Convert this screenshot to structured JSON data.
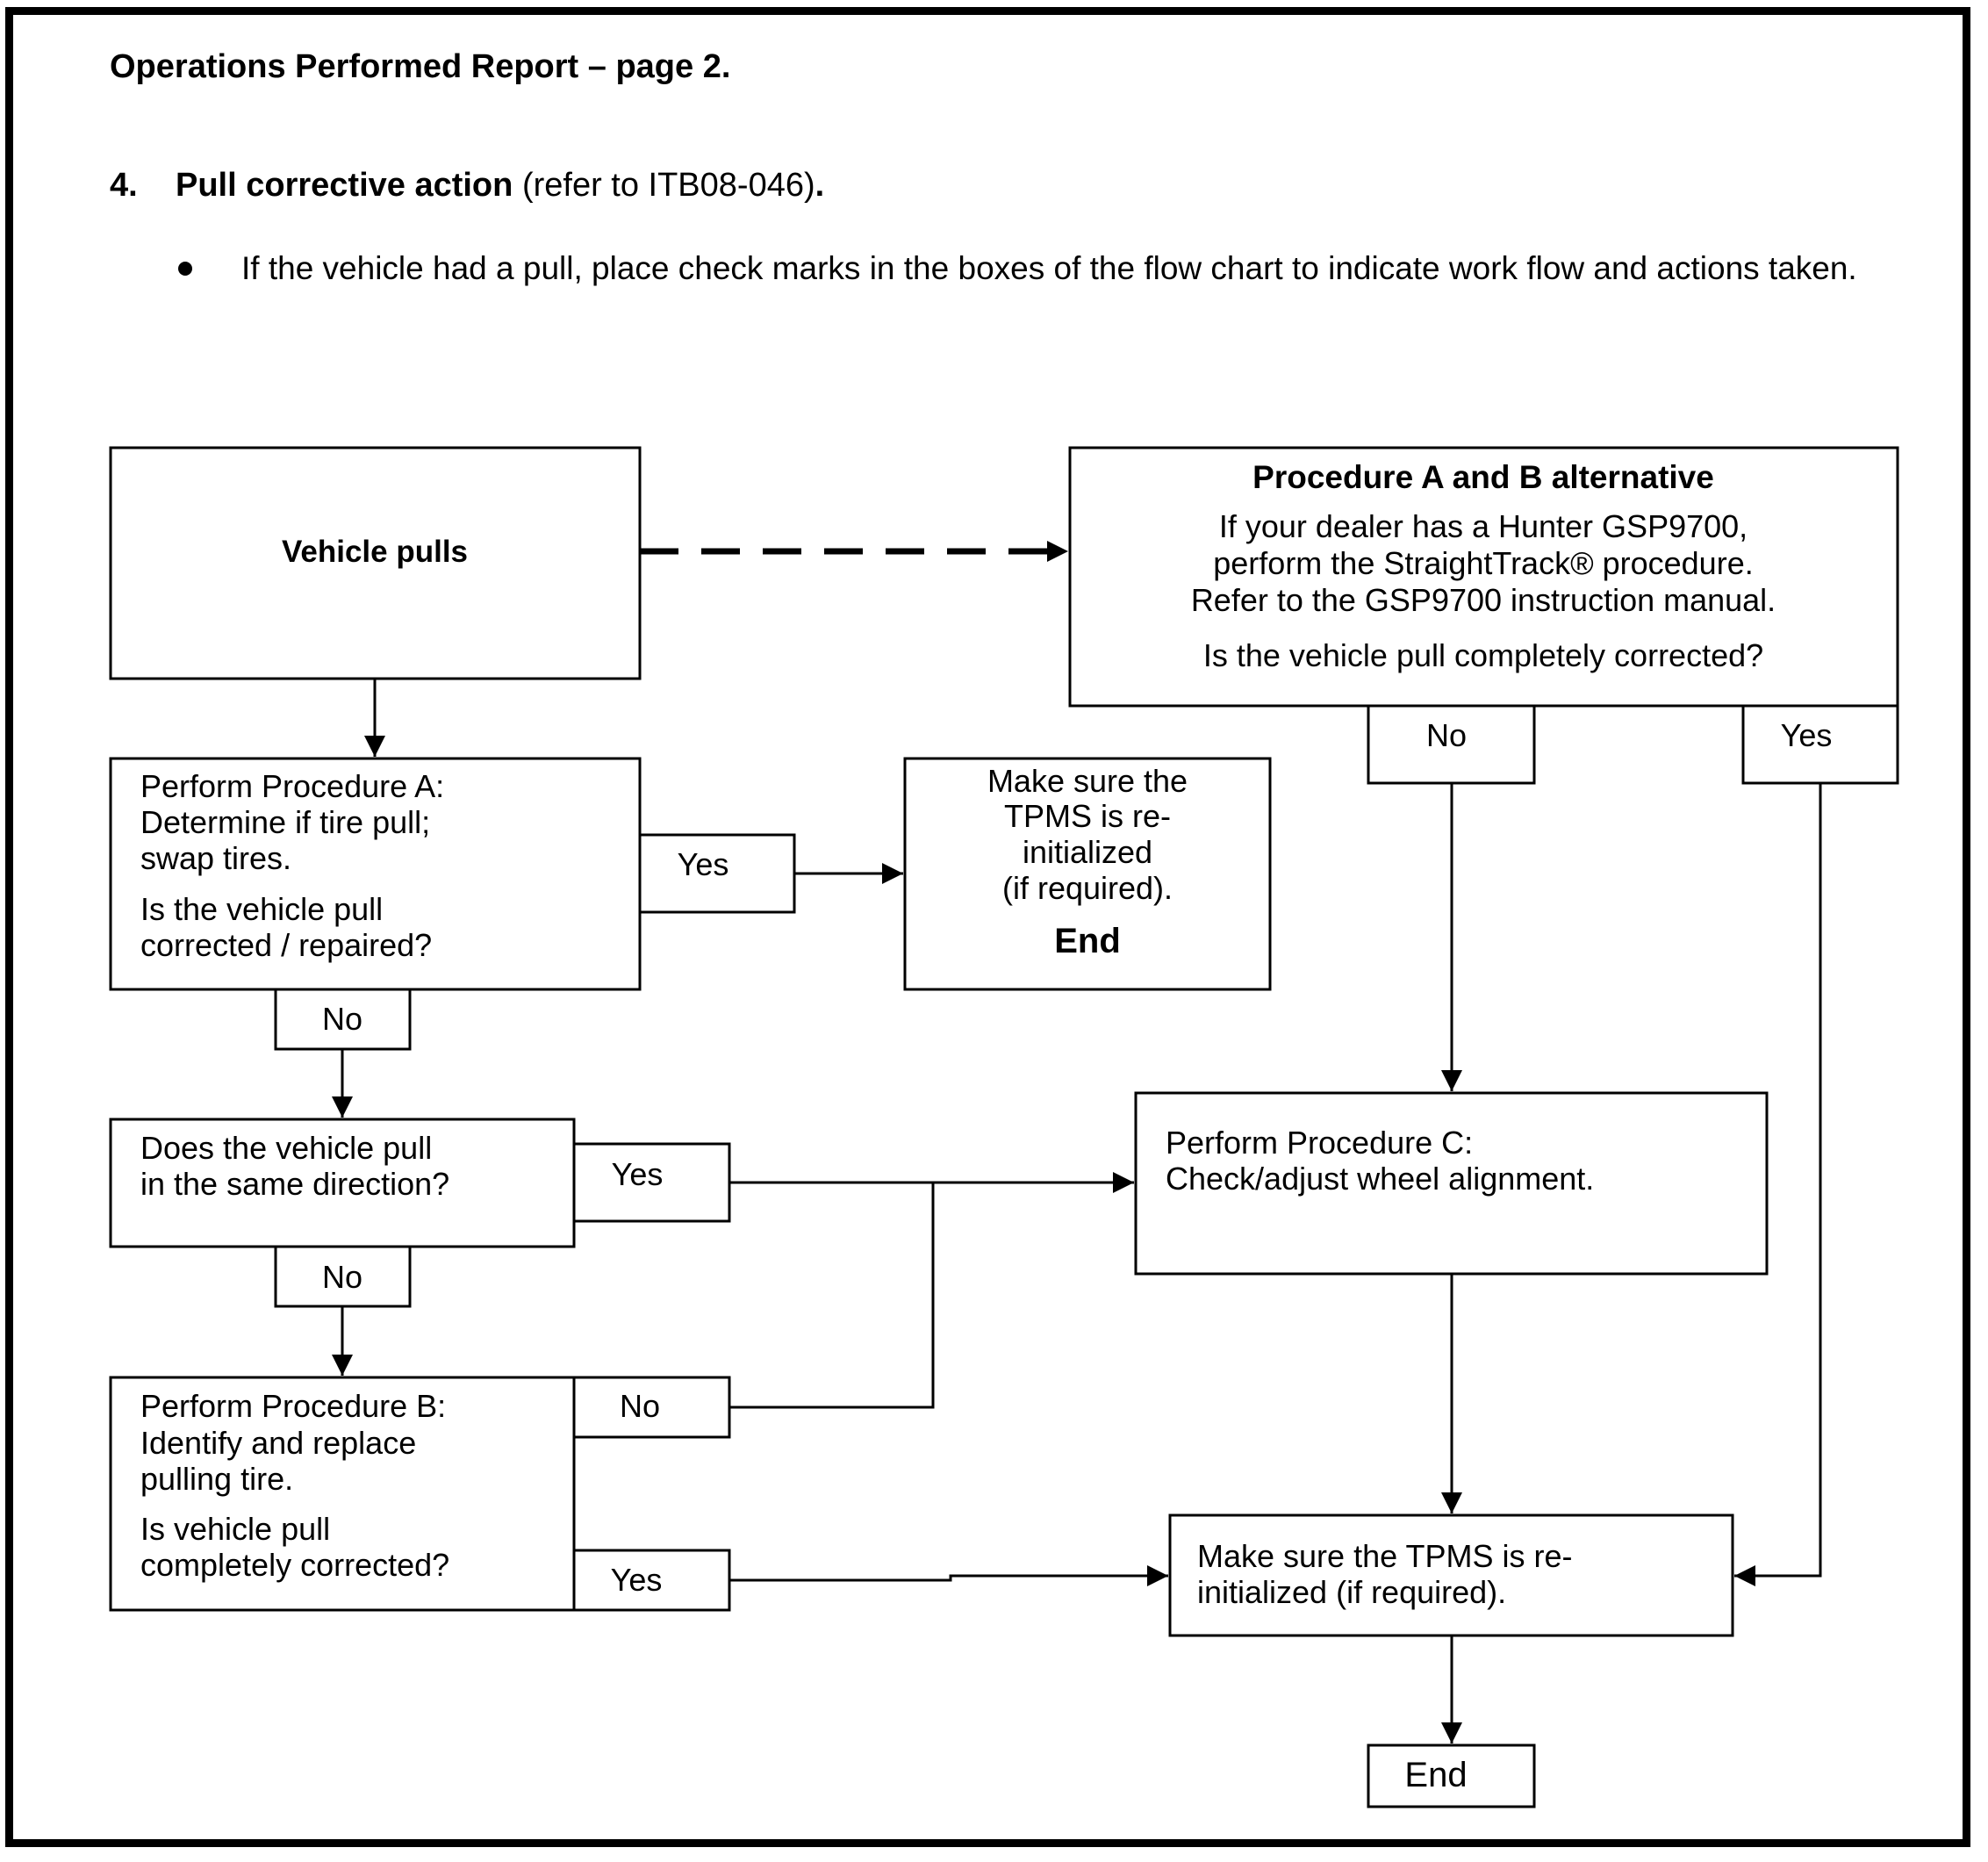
{
  "header": {
    "title": "Operations Performed Report – page 2."
  },
  "section": {
    "number": "4.",
    "heading": "Pull corrective action",
    "reference": "(refer to ITB08-046)",
    "end_punct": ".",
    "bullet": "If the vehicle had a pull, place check marks in the boxes of the flow chart to indicate work flow and actions taken."
  },
  "flowchart": {
    "vehicle_pulls": "Vehicle pulls",
    "alt": {
      "title": "Procedure A and B alternative",
      "lines": [
        "If your dealer has a Hunter GSP9700,",
        "perform the StraightTrack® procedure.",
        "Refer to the GSP9700 instruction manual."
      ],
      "question": "Is the vehicle pull completely corrected?",
      "no": "No",
      "yes": "Yes"
    },
    "proc_a": {
      "lines": [
        "Perform Procedure A:",
        "Determine if tire pull;",
        "swap tires."
      ],
      "question": [
        "Is the vehicle pull",
        "corrected / repaired?"
      ],
      "yes": "Yes",
      "no": "No"
    },
    "tpms_end_1": {
      "lines": [
        "Make sure the",
        "TPMS is re-",
        "initialized",
        "(if required)."
      ],
      "end": "End"
    },
    "same_dir": {
      "lines": [
        "Does the vehicle pull",
        "in the same direction?"
      ],
      "yes": "Yes",
      "no": "No"
    },
    "proc_c": {
      "lines": [
        "Perform Procedure C:",
        "Check/adjust wheel alignment."
      ]
    },
    "proc_b": {
      "lines": [
        "Perform Procedure B:",
        "Identify and replace",
        "pulling tire."
      ],
      "question": [
        "Is vehicle pull",
        "completely corrected?"
      ],
      "no": "No",
      "yes": "Yes"
    },
    "tpms_2": {
      "lines": [
        "Make sure the TPMS is re-",
        "initialized (if required)."
      ]
    },
    "end": "End"
  }
}
